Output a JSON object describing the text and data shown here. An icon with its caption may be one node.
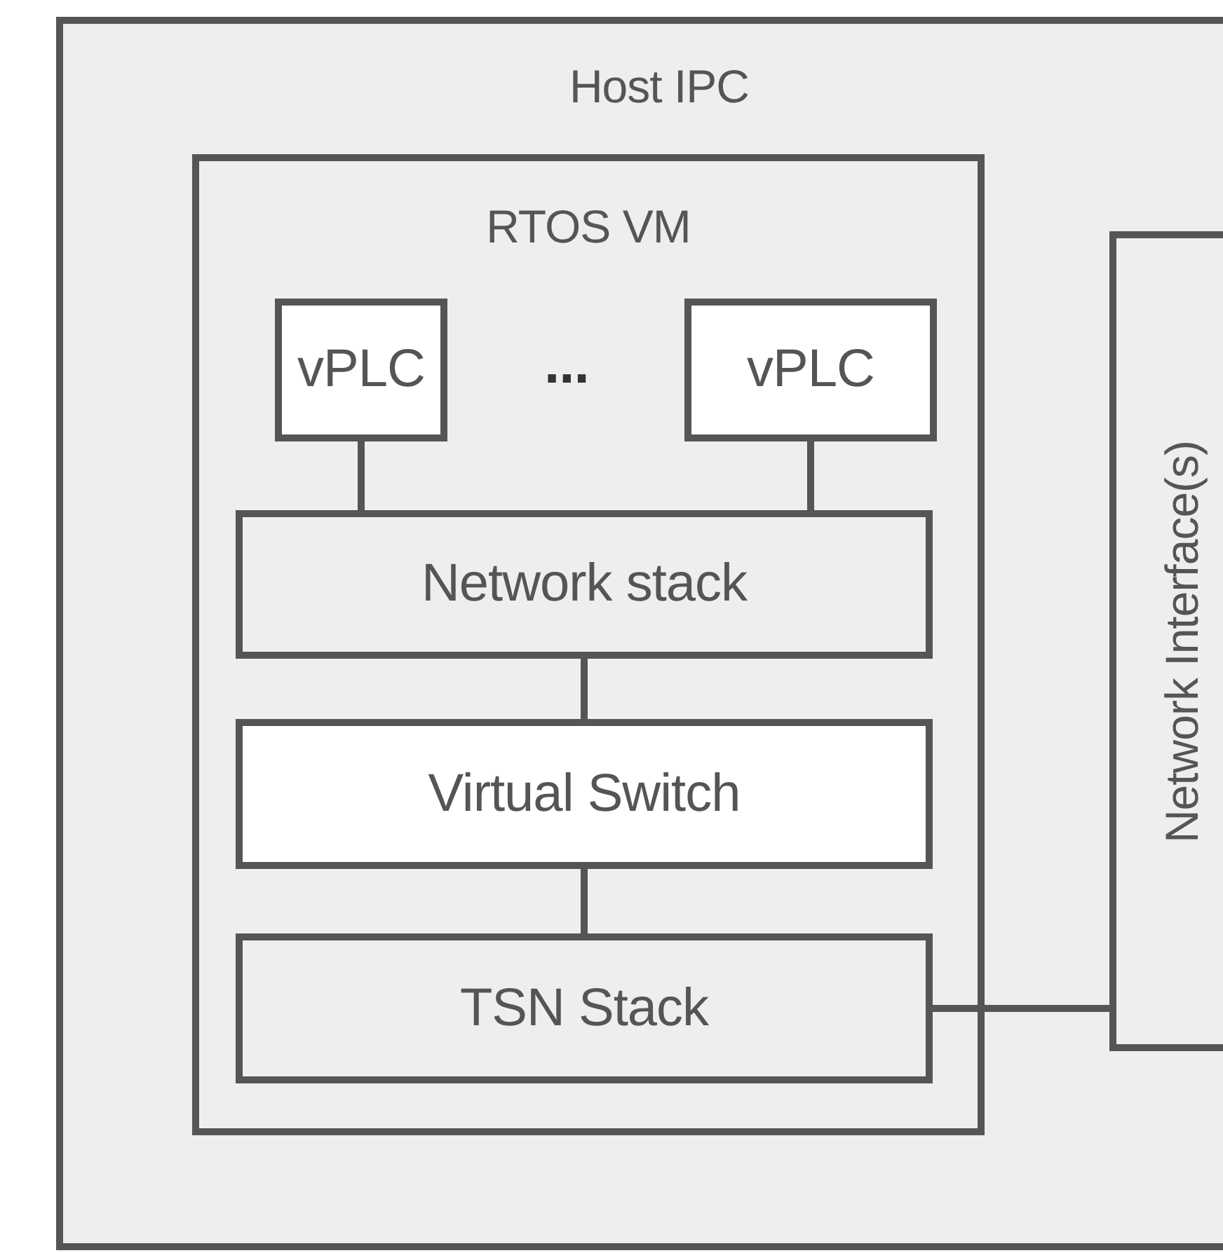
{
  "diagram": {
    "nodes": [
      {
        "text": [
          "Host IPC"
        ]
      },
      {
        "text": [
          "RTOS VM"
        ],
        "in": 0
      },
      {
        "text": [
          "vPLC"
        ],
        "in": 1
      },
      {
        "text": [
          "vPLC"
        ],
        "in": 1
      },
      {
        "text": [
          "Network stack"
        ],
        "in": 1
      },
      {
        "text": [
          "Virtual Switch"
        ],
        "in": 1
      },
      {
        "text": [
          "TSN Stack"
        ],
        "in": 1
      },
      {
        "text": [
          "Network Interface(s)"
        ],
        "in": 0
      }
    ],
    "edges": [
      {
        "from": 2,
        "to": 4,
        "arrow": "none"
      },
      {
        "from": 3,
        "to": 4,
        "arrow": "none"
      },
      {
        "from": 4,
        "to": 5,
        "arrow": "none"
      },
      {
        "from": 5,
        "to": 6,
        "arrow": "none"
      },
      {
        "from": 6,
        "to": 7,
        "arrow": "none"
      }
    ],
    "labels": [
      "..."
    ]
  }
}
